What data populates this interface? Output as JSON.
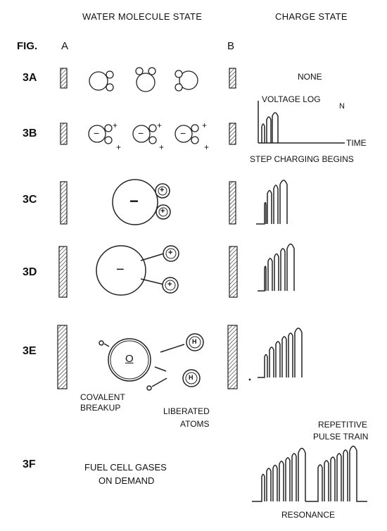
{
  "headers": {
    "water_molecule_state": "WATER MOLECULE STATE",
    "charge_state": "CHARGE STATE",
    "fig": "FIG.",
    "electrode_a": "A",
    "electrode_b": "B"
  },
  "rows": [
    {
      "id": "3A",
      "label": "3A"
    },
    {
      "id": "3B",
      "label": "3B"
    },
    {
      "id": "3C",
      "label": "3C"
    },
    {
      "id": "3D",
      "label": "3D"
    },
    {
      "id": "3E",
      "label": "3E"
    },
    {
      "id": "3F",
      "label": "3F"
    }
  ],
  "charge_state": {
    "none": "NONE",
    "voltage_log": "VOLTAGE LOG",
    "voltage_log_sub": "N",
    "time": "TIME",
    "step_charging": "STEP CHARGING BEGINS",
    "repetitive_1": "REPETITIVE",
    "repetitive_2": "PULSE TRAIN",
    "resonance": "RESONANCE"
  },
  "molecule": {
    "minus": "−",
    "plus": "+",
    "h": "H",
    "o": "O",
    "covalent_1": "COVALENT",
    "covalent_2": "BREAKUP",
    "liberated_1": "LIBERATED",
    "liberated_2": "ATOMS",
    "fuel_1": "FUEL CELL GASES",
    "fuel_2": "ON DEMAND"
  }
}
